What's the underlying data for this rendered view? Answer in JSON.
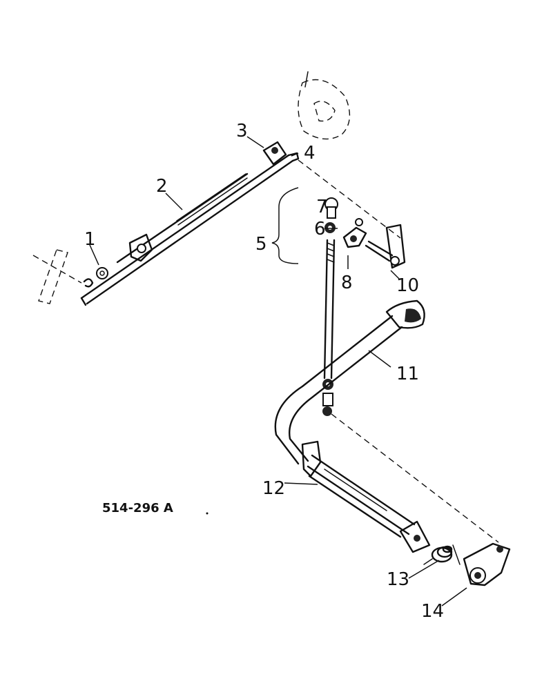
{
  "figure_id": "514-296 A",
  "callouts": {
    "c1": "1",
    "c2": "2",
    "c3": "3",
    "c4": "4",
    "c5": "5",
    "c6": "6",
    "c7": "7",
    "c8": "8",
    "c10": "10",
    "c11": "11",
    "c12": "12",
    "c13": "13",
    "c14": "14"
  }
}
